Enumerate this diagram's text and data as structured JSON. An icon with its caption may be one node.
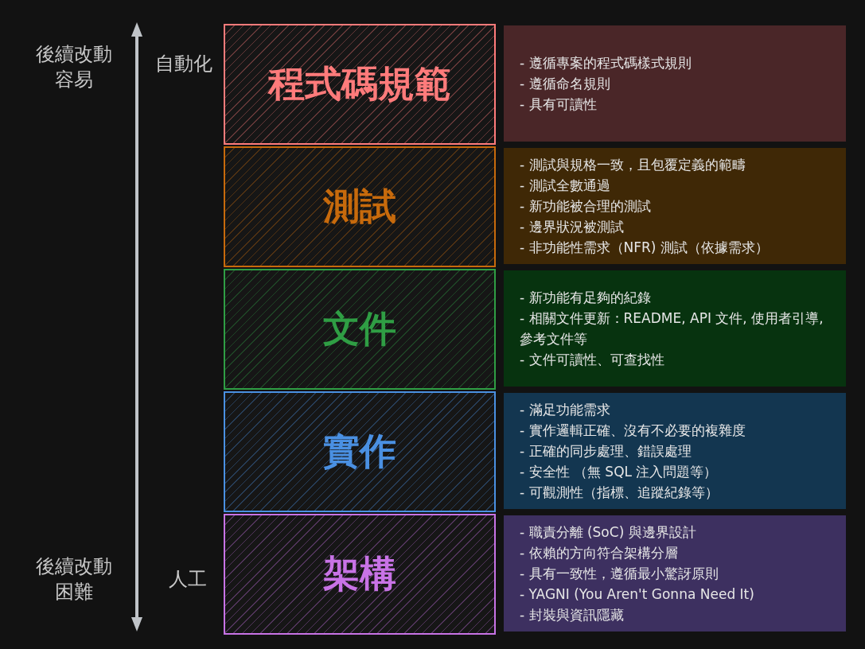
{
  "diagram": {
    "nodes": [
      {
        "text": [
          "程式碼規範"
        ]
      },
      {
        "text": [
          "- 遵循專案的程式碼樣式規則",
          "- 遵循命名規則",
          "- 具有可讀性"
        ]
      },
      {
        "text": [
          "測試"
        ]
      },
      {
        "text": [
          "- 測試與規格一致，且包覆定義的範疇",
          "- 測試全數通過",
          "- 新功能被合理的測試",
          "- 邊界狀況被測試",
          "- 非功能性需求（NFR) 測試（依據需求）"
        ]
      },
      {
        "text": [
          "文件"
        ]
      },
      {
        "text": [
          "- 新功能有足夠的紀錄",
          "- 相關文件更新：README, API 文件, 使用者引導, 參考文件等",
          "- 文件可讀性、可查找性"
        ]
      },
      {
        "text": [
          "實作"
        ]
      },
      {
        "text": [
          "- 滿足功能需求",
          "- 實作邏輯正確、沒有不必要的複雜度",
          "- 正確的同步處理、錯誤處理",
          "- 安全性 （無 SQL 注入問題等）",
          "- 可觀測性（指標、追蹤紀錄等）"
        ]
      },
      {
        "text": [
          "架構"
        ]
      },
      {
        "text": [
          "- 職責分離 (SoC) 與邊界設計",
          "- 依賴的方向符合架構分層",
          "- 具有一致性，遵循最小驚訝原則",
          "- YAGNI (You Aren't Gonna Need It)",
          "- 封裝與資訊隱藏"
        ]
      }
    ],
    "edges": [],
    "labels": [
      "後續改動容易",
      "自動化",
      "後續改動困難",
      "人工"
    ]
  }
}
